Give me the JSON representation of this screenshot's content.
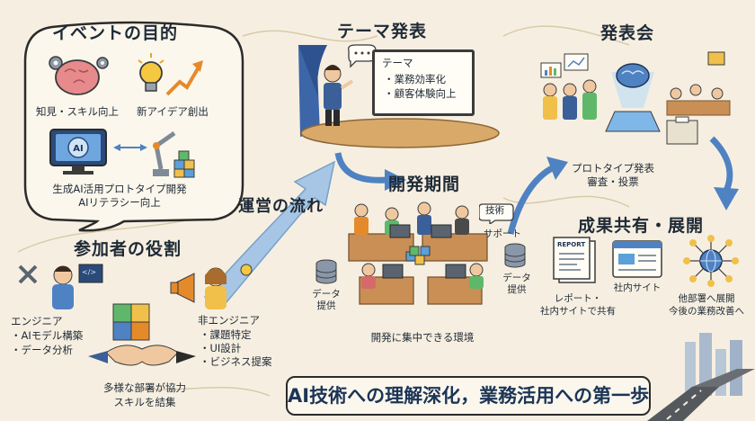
{
  "purpose": {
    "title": "イベントの目的",
    "items": [
      "知見・スキル向上",
      "新アイデア創出",
      "生成AI活用プロトタイプ開発",
      "AIリテラシー向上"
    ]
  },
  "theme": {
    "title": "テーマ発表",
    "board_title": "テーマ",
    "board_items": [
      "・業務効率化",
      "・顧客体験向上"
    ]
  },
  "flow_label": "運営の流れ",
  "dev": {
    "title": "開発期間",
    "support_badge": "技術",
    "support_label": "サポート",
    "data_left": [
      "データ",
      "提供"
    ],
    "data_right": [
      "データ",
      "提供"
    ],
    "env_label": "開発に集中できる環境"
  },
  "presentation": {
    "title": "発表会",
    "caption": [
      "プロトタイプ発表",
      "審査・投票"
    ]
  },
  "results": {
    "title": "成果共有・展開",
    "report_tag": "REPORT",
    "items": [
      [
        "レポート・",
        "社内サイトで共有"
      ],
      [
        "社内サイト"
      ],
      [
        "他部署へ展開",
        "今後の業務改善へ"
      ]
    ]
  },
  "roles": {
    "title": "参加者の役割",
    "engineer": {
      "title": "エンジニア",
      "items": [
        "・AIモデル構築",
        "・データ分析"
      ]
    },
    "non_engineer": {
      "title": "非エンジニア",
      "items": [
        "・課題特定",
        "・UI設計",
        "・ビジネス提案"
      ]
    },
    "collab": [
      "多様な部署が協力",
      "スキルを結集"
    ]
  },
  "banner": "AI技術への理解深化，業務活用への第一歩",
  "icons": {
    "ai_screen": "AI",
    "code": "</>"
  },
  "colors": {
    "background": "#f6efe1",
    "title": "#1f2a36",
    "arrow": "#4f82c2",
    "accent": "#f0a63a"
  }
}
